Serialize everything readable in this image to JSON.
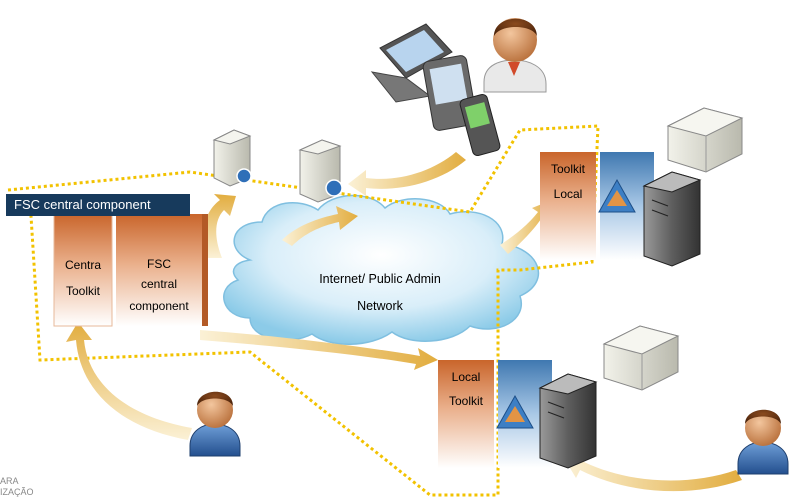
{
  "central": {
    "tag_label": "FSC  central component",
    "centra_toolkit_line1": "Centra",
    "centra_toolkit_line2": "Toolkit",
    "fsc_line1": "FSC",
    "fsc_line2": "central",
    "fsc_line3": "component"
  },
  "network": {
    "line1": "Internet/ Public Admin",
    "line2": "Network"
  },
  "site_top": {
    "line1": "Toolkit",
    "line2": "Local"
  },
  "site_bottom": {
    "line1": "Local",
    "line2": "Toolkit"
  },
  "logo": {
    "line1": "ARA",
    "line2": "IZAÇÃO"
  },
  "icons": [
    "server-icon",
    "laptop-icon",
    "pda-icon",
    "mobile-phone-icon",
    "user-icon",
    "firewall-icon",
    "tower-server-icon",
    "cloud-icon",
    "arrow-icon"
  ],
  "colors": {
    "tag_bg": "#173a5c",
    "dotted_border": "#f2c200",
    "toolkit_orange": "#d9824e",
    "firewall_blue": "#5a8fc0",
    "arrow_gold": "#e5b44a"
  }
}
